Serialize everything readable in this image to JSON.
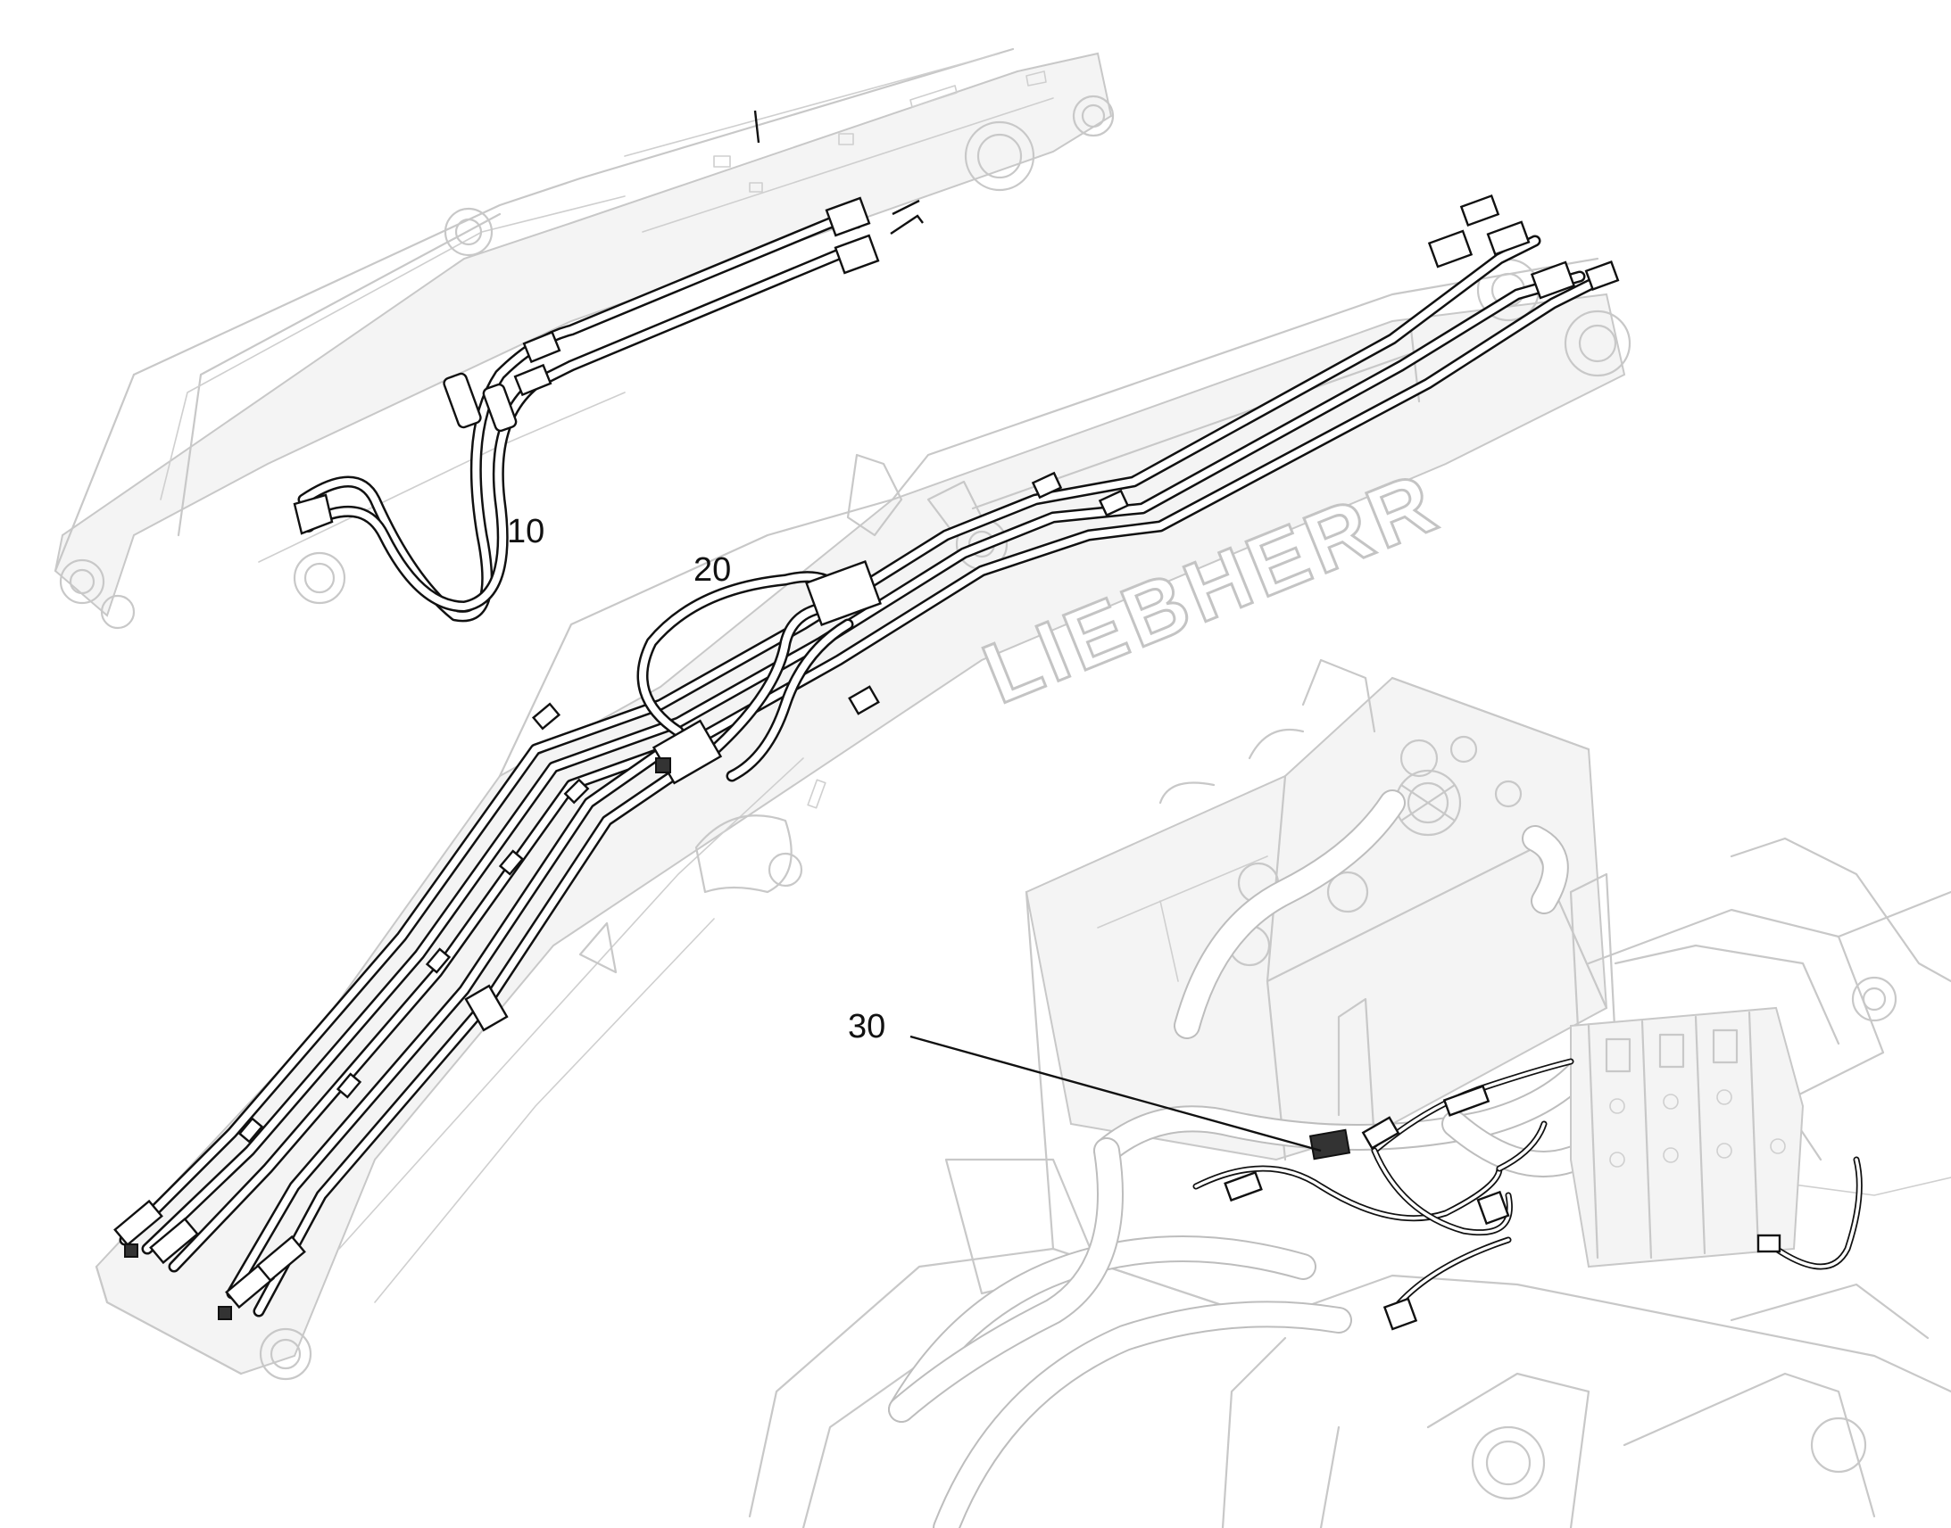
{
  "diagram": {
    "brand_lettering": "LIEBHERR",
    "callouts": [
      {
        "id": "callout-10",
        "label": "10"
      },
      {
        "id": "callout-20",
        "label": "20"
      },
      {
        "id": "callout-30",
        "label": "30"
      }
    ]
  }
}
